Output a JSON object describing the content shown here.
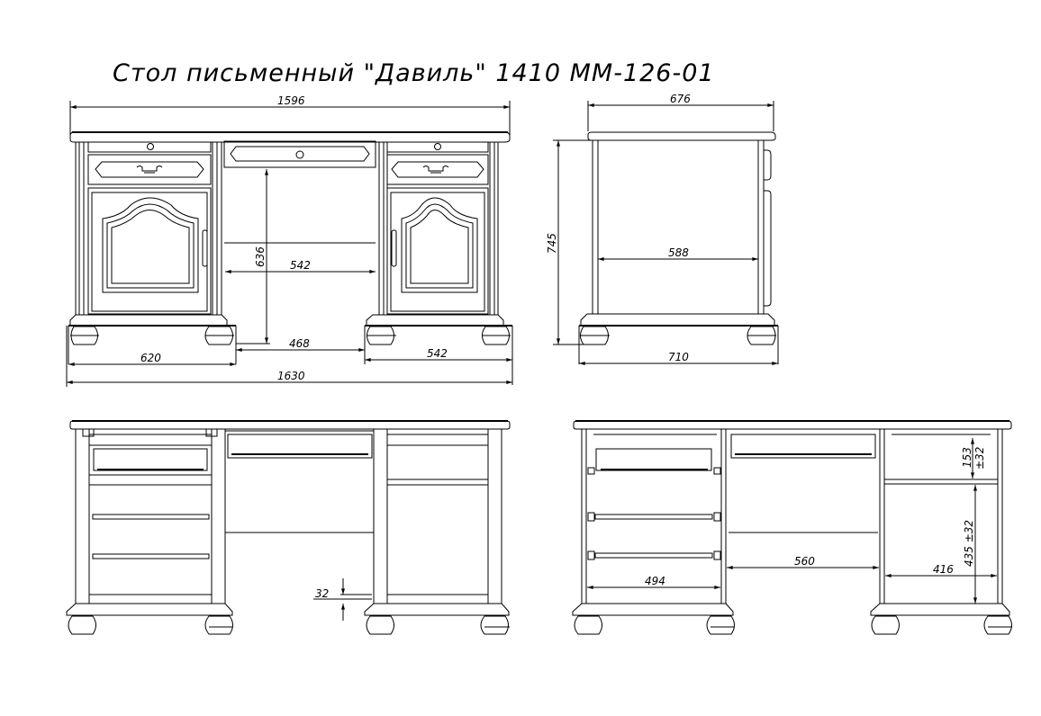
{
  "title": "Стол письменный \"Давиль\" 1410 ММ-126-01",
  "colors": {
    "background": "#ffffff",
    "line": "#000000"
  },
  "views": {
    "front": {
      "dims": {
        "overall_top_width": "1596",
        "knee_height": "636",
        "knee_width": "542",
        "plinth_gap": "468",
        "left_pedestal": "620",
        "right_pedestal": "542",
        "overall_base_width": "1630"
      }
    },
    "side": {
      "dims": {
        "top_depth": "676",
        "height": "745",
        "inner_depth": "588",
        "base_depth": "710"
      }
    },
    "front_open_left": {
      "dims": {
        "plinth_offset": "32"
      }
    },
    "front_open_right": {
      "dims": {
        "left_inner_width": "494",
        "middle_inner_width": "560",
        "right_inner_width": "416",
        "upper_shelf_height": "153",
        "upper_shelf_tolerance": "±32",
        "lower_shelf_height": "435 ±32"
      }
    }
  }
}
